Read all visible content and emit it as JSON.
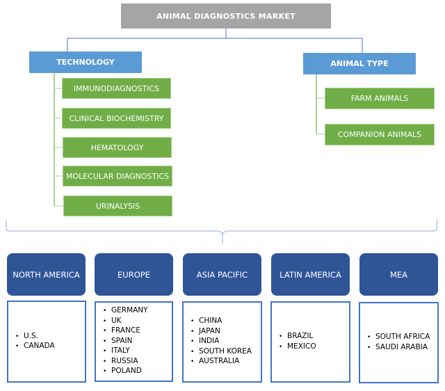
{
  "title": "ANIMAL DIAGNOSTICS MARKET",
  "categories": {
    "technology": {
      "label": "TECHNOLOGY",
      "items": [
        "IMMUNODIAGNOSTICS",
        "CLINICAL BIOCHEMISTRY",
        "HEMATOLOGY",
        "MOLECULAR DIAGNOSTICS",
        "URINALYSIS"
      ]
    },
    "animal_type": {
      "label": "ANIMAL TYPE",
      "items": [
        "FARM ANIMALS",
        "COMPANION ANIMALS"
      ]
    }
  },
  "regions": [
    {
      "label": "NORTH AMERICA",
      "countries": [
        "U.S.",
        "CANADA"
      ]
    },
    {
      "label": "EUROPE",
      "countries": [
        "GERMANY",
        "UK",
        "FRANCE",
        "SPAIN",
        "ITALY",
        "RUSSIA",
        "POLAND"
      ]
    },
    {
      "label": "ASIA PACIFIC",
      "countries": [
        "CHINA",
        "JAPAN",
        "INDIA",
        "SOUTH KOREA",
        "AUSTRALIA"
      ]
    },
    {
      "label": "LATIN AMERICA",
      "countries": [
        "BRAZIL",
        "MEXICO"
      ]
    },
    {
      "label": "MEA",
      "countries": [
        "SOUTH AFRICA",
        "SAUDI ARABIA"
      ]
    }
  ],
  "colors": {
    "title": "#a5a5a5",
    "category": "#5b9bd5",
    "subitem": "#70ad47",
    "region_head": "#2f5597",
    "region_border": "#4472c4"
  }
}
